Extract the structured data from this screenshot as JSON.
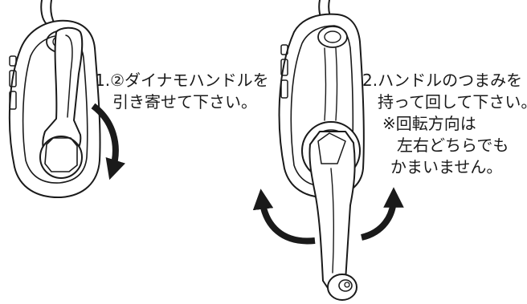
{
  "colors": {
    "ink": "#1a1a1a",
    "background": "#ffffff"
  },
  "step1": {
    "line1": "1.②ダイナモハンドルを",
    "line2": "引き寄せて下さい。",
    "icons": [
      "dynamo-radio-folded-handle-icon",
      "curved-arrow-clockwise-icon"
    ]
  },
  "step2": {
    "line1": "2.ハンドルのつまみを",
    "line2": "持って回して下さい。",
    "note": {
      "line1": "※回転方向は",
      "line2": "左右どちらでも",
      "line3": "かまいません。"
    },
    "icons": [
      "dynamo-radio-extended-handle-icon",
      "curved-arrow-left-icon",
      "curved-arrow-right-icon"
    ]
  }
}
